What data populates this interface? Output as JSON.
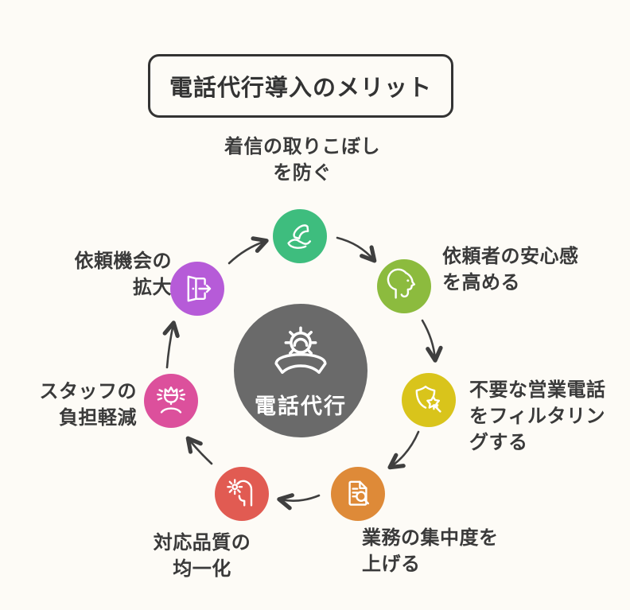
{
  "title": "電話代行導入のメリット",
  "center": {
    "label": "電話代行",
    "icon": "gear-phone-icon",
    "color": "#6a6a6a"
  },
  "nodes": [
    {
      "id": "prevent-missed-calls",
      "label": "着信の取りこぼし\nを防ぐ",
      "color": "#3ebd7e",
      "icon": "hand-holding-phone-icon",
      "position": "top"
    },
    {
      "id": "client-reassurance",
      "label": "依頼者の安心感\nを高める",
      "color": "#8cbb3e",
      "icon": "face-profile-icon",
      "position": "upper-right"
    },
    {
      "id": "filter-sales-calls",
      "label": "不要な営業電話\nをフィルタリン\nグする",
      "color": "#d9c41b",
      "icon": "shield-filter-icon",
      "position": "lower-right"
    },
    {
      "id": "raise-work-focus",
      "label": "業務の集中度を\n上げる",
      "color": "#de8a38",
      "icon": "document-search-icon",
      "position": "bottom-right"
    },
    {
      "id": "uniform-response-quality",
      "label": "対応品質の\n均一化",
      "color": "#e15b52",
      "icon": "head-gear-icon",
      "position": "bottom-left"
    },
    {
      "id": "reduce-staff-burden",
      "label": "スタッフの\n負担軽減",
      "color": "#dc509c",
      "icon": "crowned-person-icon",
      "position": "left"
    },
    {
      "id": "expand-request-opportunities",
      "label": "依頼機会の\n拡大",
      "color": "#b65bd8",
      "icon": "door-exit-arrow-icon",
      "position": "upper-left"
    }
  ],
  "flow": "clockwise-cycle",
  "colors": {
    "background": "#fdfbf6",
    "text": "#3a3a3a",
    "arrow": "#3f3f3f",
    "icon_stroke": "#ffffff",
    "title_border": "#333333"
  }
}
